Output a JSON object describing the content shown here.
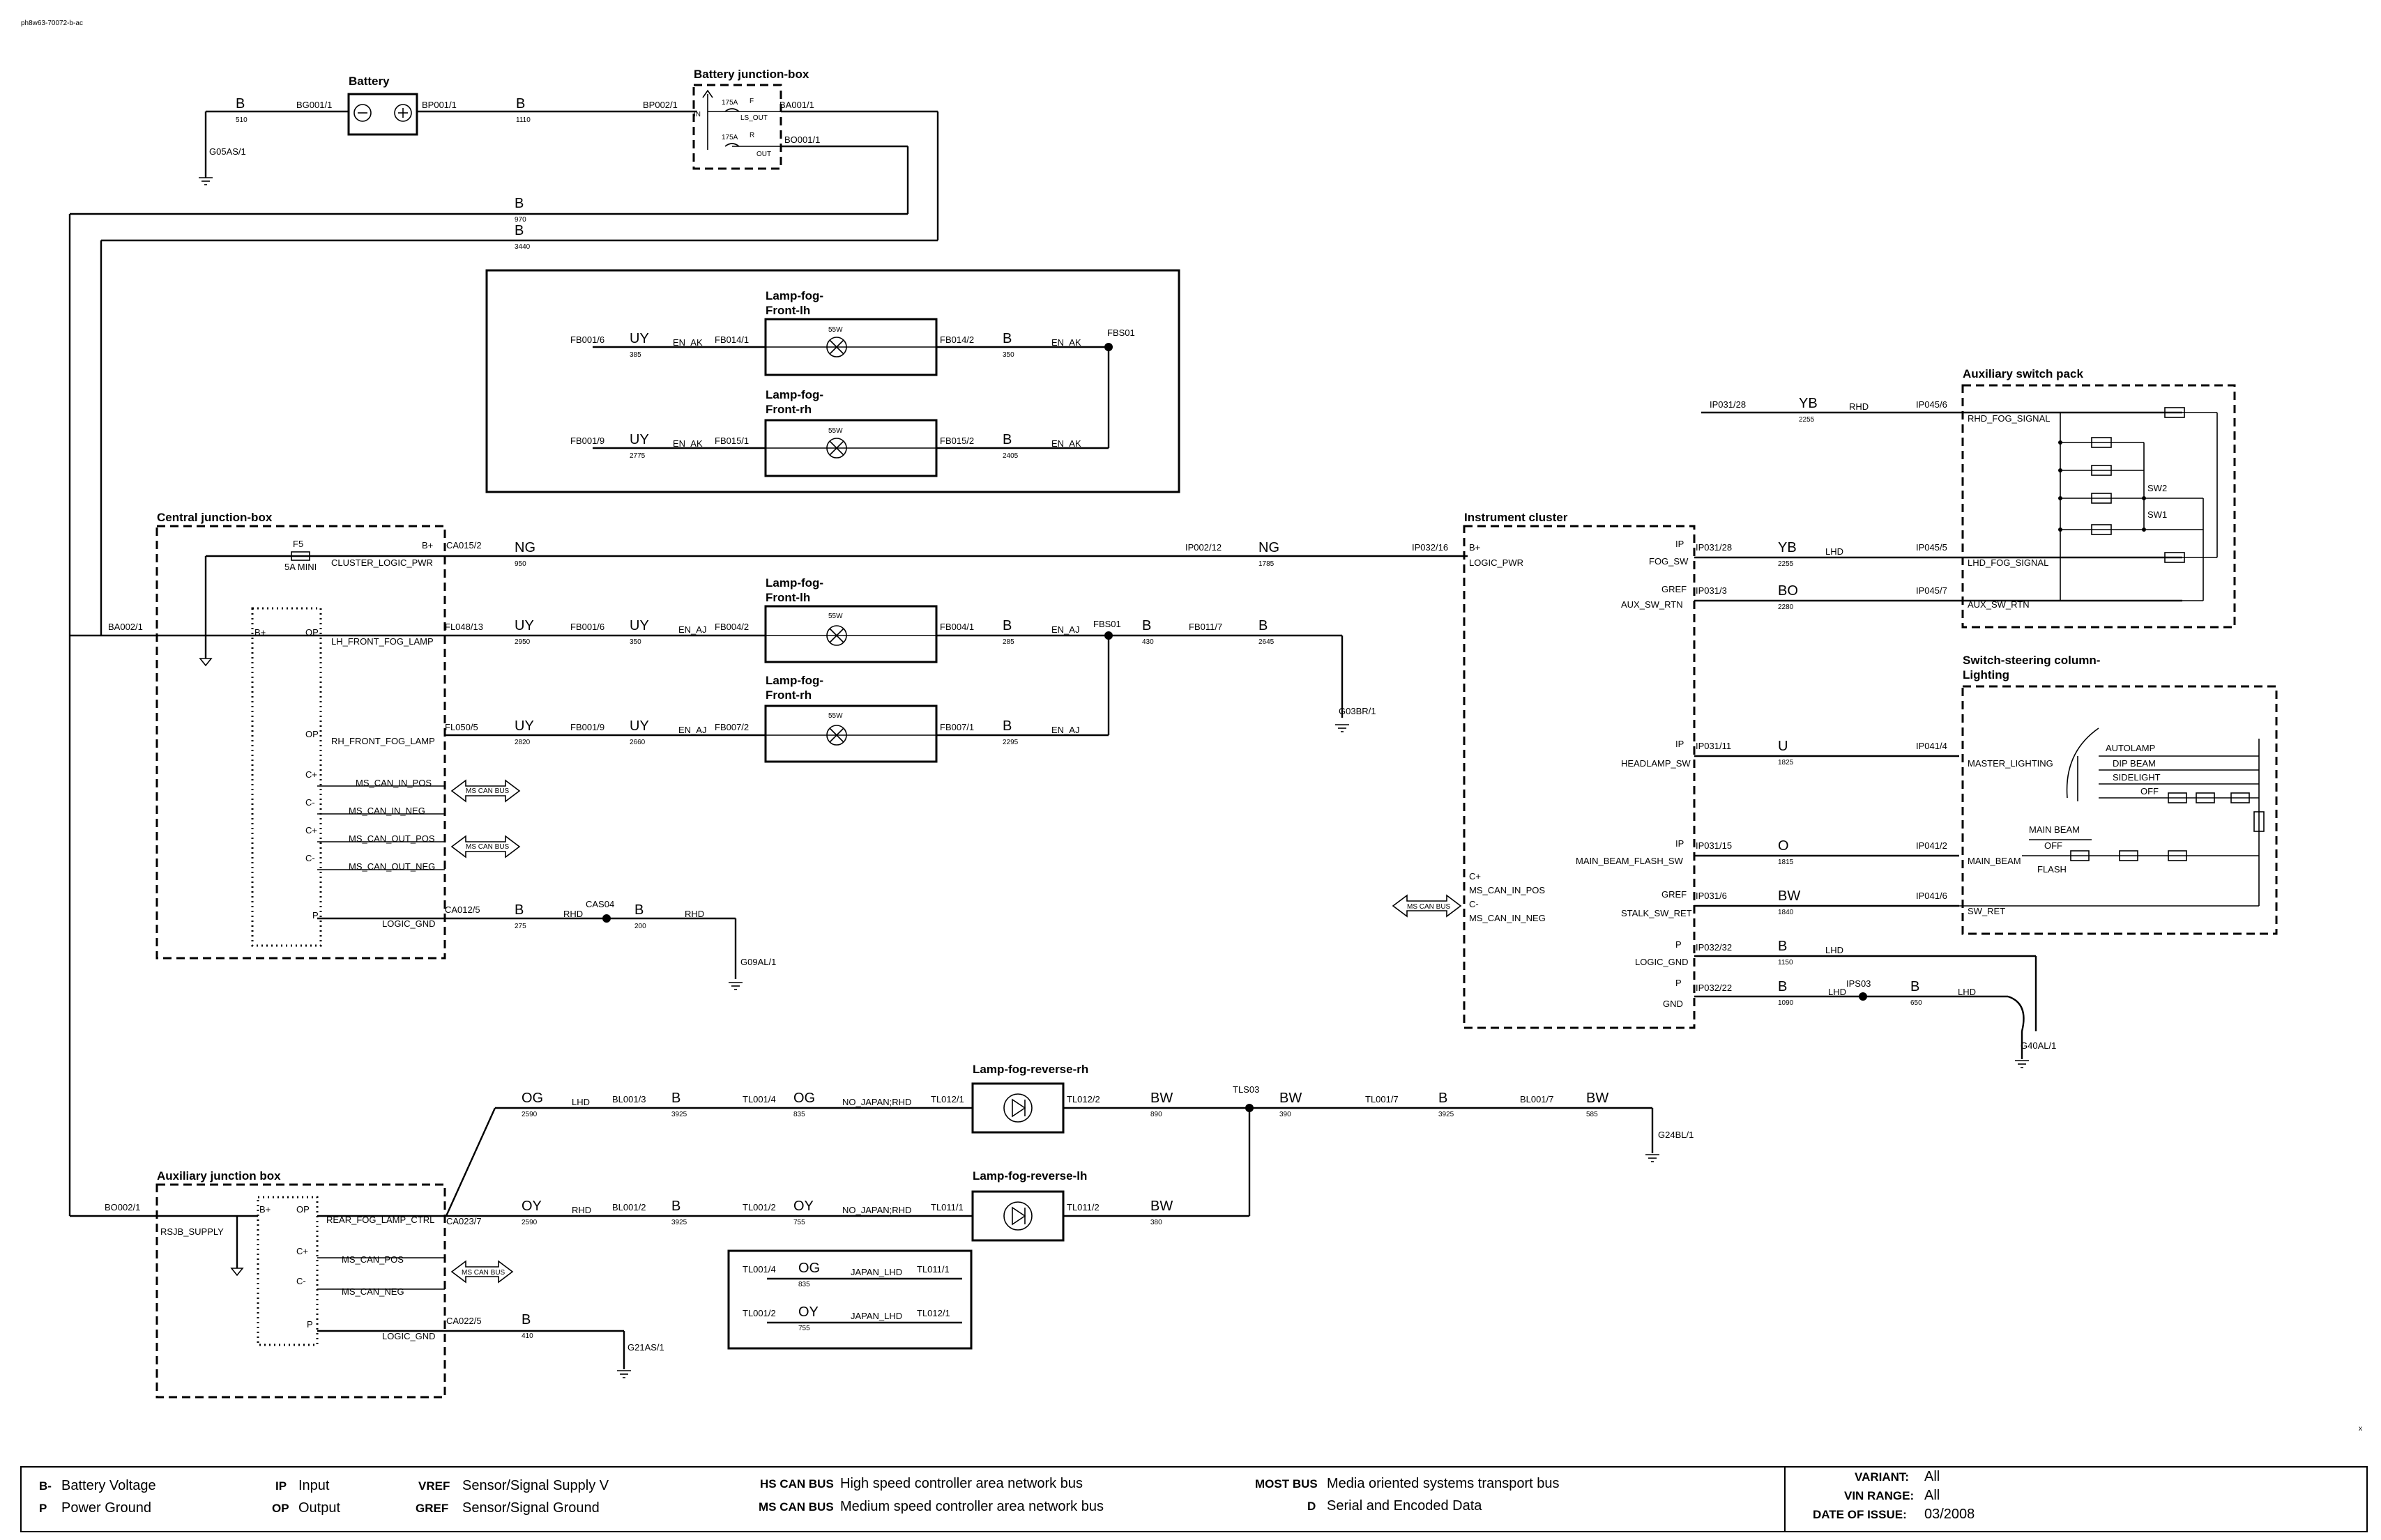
{
  "doc_id": "ph8w63-70072-b-ac",
  "components": {
    "battery": "Battery",
    "battery_jb": "Battery junction-box",
    "lamp_fog_front_lh": [
      "Lamp-fog-",
      "Front-lh"
    ],
    "lamp_fog_front_rh": [
      "Lamp-fog-",
      "Front-rh"
    ],
    "central_jb": "Central junction-box",
    "instrument_cluster": "Instrument cluster",
    "aux_switch_pack": "Auxiliary switch pack",
    "switch_steering": [
      "Switch-steering column-",
      "Lighting"
    ],
    "lamp_fog_reverse_rh": "Lamp-fog-reverse-rh",
    "lamp_fog_reverse_lh": "Lamp-fog-reverse-lh",
    "aux_jb": "Auxiliary junction box"
  },
  "battery_section": {
    "left_color": "B",
    "left_num": "510",
    "bg001": "BG001/1",
    "bp001": "BP001/1",
    "mid_color": "B",
    "mid_num": "1110",
    "bp002": "BP002/1",
    "ground": "G05AS/1",
    "fuse1": "175A",
    "fuse1_tag": "F",
    "ls_out": "LS_OUT",
    "in": "IN",
    "fuse2": "175A",
    "fuse2_tag": "R",
    "out": "OUT",
    "ba001": "BA001/1",
    "bo001": "BO001/1",
    "w970_color": "B",
    "w970": "970",
    "w3440_color": "B",
    "w3440": "3440"
  },
  "fog_box": {
    "fb001_6": "FB001/6",
    "uy1": "UY",
    "n385": "385",
    "en_ak1": "EN_AK",
    "fb014_1": "FB014/1",
    "w55_1": "55W",
    "fb014_2": "FB014/2",
    "b1": "B",
    "n350": "350",
    "en_ak2": "EN_AK",
    "fbs01": "FBS01",
    "fb001_9": "FB001/9",
    "uy2": "UY",
    "n2775": "2775",
    "en_ak3": "EN_AK",
    "fb015_1": "FB015/1",
    "w55_2": "55W",
    "fb015_2": "FB015/2",
    "b2": "B",
    "n2405": "2405",
    "en_ak4": "EN_AK"
  },
  "central": {
    "f5": "F5",
    "f5_rating": "5A MINI",
    "bplus": "B+",
    "ca015": "CA015/2",
    "cluster_logic": "CLUSTER_LOGIC_PWR",
    "ng1": "NG",
    "n950": "950",
    "ip002": "IP002/12",
    "ng2": "NG",
    "n1785": "1785",
    "ip032_16": "IP032/16",
    "ba002": "BA002/1",
    "bplus2": "B+",
    "op1": "OP",
    "lh_front": "LH_FRONT_FOG_LAMP",
    "fl048": "FL048/13",
    "uy3": "UY",
    "n2950": "2950",
    "fb001_6b": "FB001/6",
    "uy4": "UY",
    "n350b": "350",
    "en_aj1": "EN_AJ",
    "fb004_2": "FB004/2",
    "w55_3": "55W",
    "fb004_1": "FB004/1",
    "b3": "B",
    "n285": "285",
    "en_aj2": "EN_AJ",
    "fbs01b": "FBS01",
    "b4": "B",
    "n430": "430",
    "fb011": "FB011/7",
    "b5": "B",
    "n2645": "2645",
    "g03br": "G03BR/1",
    "op2": "OP",
    "rh_front": "RH_FRONT_FOG_LAMP",
    "fl050": "FL050/5",
    "uy5": "UY",
    "n2820": "2820",
    "fb001_9b": "FB001/9",
    "uy6": "UY",
    "n2660": "2660",
    "en_aj3": "EN_AJ",
    "fb007_2": "FB007/2",
    "w55_4": "55W",
    "fb007_1": "FB007/1",
    "b6": "B",
    "n2295": "2295",
    "en_aj4": "EN_AJ",
    "cplus1": "C+",
    "ms_can_in_pos": "MS_CAN_IN_POS",
    "cminus1": "C-",
    "ms_can_in_neg": "MS_CAN_IN_NEG",
    "cplus2": "C+",
    "ms_can_out_pos": "MS_CAN_OUT_POS",
    "cminus2": "C-",
    "ms_can_out_neg": "MS_CAN_OUT_NEG",
    "mscan1": "MS CAN BUS",
    "mscan2": "MS CAN BUS",
    "p": "P",
    "logic_gnd": "LOGIC_GND",
    "ca012": "CA012/5",
    "b7": "B",
    "n275": "275",
    "rhd1": "RHD",
    "cas04": "CAS04",
    "b8": "B",
    "n200": "200",
    "rhd2": "RHD",
    "g09al": "G09AL/1"
  },
  "cluster": {
    "bplus": "B+",
    "logic_pwr": "LOGIC_PWR",
    "ip1": "IP",
    "fog_sw": "FOG_SW",
    "ip031_28": "IP031/28",
    "yb": "YB",
    "lhd": "LHD",
    "n2255": "2255",
    "ip045_5": "IP045/5",
    "gref1": "GREF",
    "aux_sw_rtn": "AUX_SW_RTN",
    "ip031_3": "IP031/3",
    "bo": "BO",
    "n2280": "2280",
    "ip045_7": "IP045/7",
    "ip031_28b": "IP031/28",
    "yb2": "YB",
    "rhd": "RHD",
    "n2255b": "2255",
    "ip045_6": "IP045/6",
    "ip2": "IP",
    "headlamp_sw": "HEADLAMP_SW",
    "ip031_11": "IP031/11",
    "u": "U",
    "n1825": "1825",
    "ip041_4": "IP041/4",
    "ip3": "IP",
    "main_beam_flash": "MAIN_BEAM_FLASH_SW",
    "ip031_15": "IP031/15",
    "o": "O",
    "n1815": "1815",
    "ip041_2": "IP041/2",
    "gref2": "GREF",
    "stalk_sw_ret": "STALK_SW_RET",
    "ip031_6": "IP031/6",
    "bw": "BW",
    "n1840": "1840",
    "ip041_6": "IP041/6",
    "cplus": "C+",
    "can_in_pos": "MS_CAN_IN_POS",
    "cminus": "C-",
    "can_in_neg": "MS_CAN_IN_NEG",
    "mscan": "MS CAN BUS",
    "p1": "P",
    "logic_gnd": "LOGIC_GND",
    "ip032_32": "IP032/32",
    "b1": "B",
    "n1150": "1150",
    "lhd2": "LHD",
    "p2": "P",
    "gnd": "GND",
    "ip032_22": "IP032/22",
    "b2": "B",
    "n1090": "1090",
    "lhd3": "LHD",
    "ips03": "IPS03",
    "b3": "B",
    "n650": "650",
    "lhd4": "LHD",
    "g40al": "G40AL/1"
  },
  "switch_pack": {
    "rhd_fog": "RHD_FOG_SIGNAL",
    "lhd_fog": "LHD_FOG_SIGNAL",
    "aux_sw_rtn": "AUX_SW_RTN",
    "sw2": "SW2",
    "sw1": "SW1"
  },
  "steering": {
    "master": "MASTER_LIGHTING",
    "autolamp": "AUTOLAMP",
    "dip": "DIP BEAM",
    "side": "SIDELIGHT",
    "off": "OFF",
    "main_beam_lbl": "MAIN BEAM",
    "off2": "OFF",
    "main_beam": "MAIN_BEAM",
    "flash": "FLASH",
    "sw_ret": "SW_RET"
  },
  "rear": {
    "og1": "OG",
    "n2590a": "2590",
    "lhd": "LHD",
    "bl001_3": "BL001/3",
    "b1": "B",
    "n3925a": "3925",
    "tl001_4": "TL001/4",
    "og2": "OG",
    "n835": "835",
    "no_japan_rhd1": "NO_JAPAN;RHD",
    "tl012_1": "TL012/1",
    "tl012_2": "TL012/2",
    "bw1": "BW",
    "n890": "890",
    "tls03": "TLS03",
    "bw2": "BW",
    "n390": "390",
    "tl001_7": "TL001/7",
    "b2": "B",
    "n3925b": "3925",
    "bl001_7": "BL001/7",
    "bw3": "BW",
    "n585": "585",
    "g24bl": "G24BL/1",
    "oy1": "OY",
    "n2590b": "2590",
    "rhd": "RHD",
    "bl001_2": "BL001/2",
    "b3": "B",
    "n3925c": "3925",
    "tl001_2": "TL001/2",
    "oy2": "OY",
    "n755": "755",
    "no_japan_rhd2": "NO_JAPAN;RHD",
    "tl011_1": "TL011/1",
    "tl011_2": "TL011/2",
    "bw4": "BW",
    "n380": "380"
  },
  "aux_jb": {
    "bo002": "BO002/1",
    "rsjb": "RSJB_SUPPLY",
    "bplus": "B+",
    "op": "OP",
    "rear_fog_ctrl": "REAR_FOG_LAMP_CTRL",
    "ca023": "CA023/7",
    "cplus": "C+",
    "ms_can_pos": "MS_CAN_POS",
    "cminus": "C-",
    "ms_can_neg": "MS_CAN_NEG",
    "mscan": "MS CAN BUS",
    "p": "P",
    "logic_gnd": "LOGIC_GND",
    "ca022": "CA022/5",
    "b": "B",
    "n410": "410",
    "g21as": "G21AS/1"
  },
  "japan_box": {
    "tl001_4": "TL001/4",
    "og": "OG",
    "n835": "835",
    "japan_lhd1": "JAPAN_LHD",
    "tl011_1": "TL011/1",
    "tl001_2": "TL001/2",
    "oy": "OY",
    "n755": "755",
    "japan_lhd2": "JAPAN_LHD",
    "tl012_1": "TL012/1"
  },
  "legend": {
    "bminus_code": "B-",
    "bminus": "Battery Voltage",
    "p_code": "P",
    "p": "Power Ground",
    "ip_code": "IP",
    "ip": "Input",
    "op_code": "OP",
    "op": "Output",
    "vref_code": "VREF",
    "vref": "Sensor/Signal Supply V",
    "gref_code": "GREF",
    "gref": "Sensor/Signal Ground",
    "hs_code": "HS CAN BUS",
    "hs": "High speed controller area network bus",
    "ms_code": "MS CAN BUS",
    "ms": "Medium speed controller area network bus",
    "most_code": "MOST BUS",
    "most": "Media oriented systems transport bus",
    "d_code": "D",
    "d": "Serial and Encoded Data",
    "variant_label": "VARIANT:",
    "variant": "All",
    "vin_label": "VIN RANGE:",
    "vin": "All",
    "date_label": "DATE OF ISSUE:",
    "date": "03/2008",
    "corner_mark": "x"
  }
}
